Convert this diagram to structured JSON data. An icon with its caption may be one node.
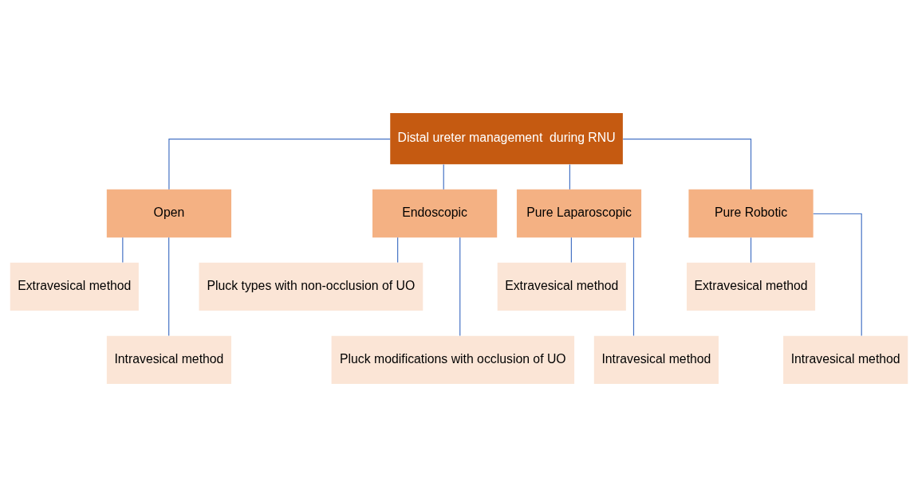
{
  "diagram": {
    "nodes": [
      {
        "text": [
          "Distal ureter management  during RNU"
        ]
      },
      {
        "text": [
          "Open"
        ]
      },
      {
        "text": [
          "Endoscopic"
        ]
      },
      {
        "text": [
          "Pure Laparoscopic"
        ]
      },
      {
        "text": [
          "Pure Robotic"
        ]
      },
      {
        "text": [
          "Extravesical method"
        ]
      },
      {
        "text": [
          "Pluck types with non-occlusion of UO"
        ]
      },
      {
        "text": [
          "Extravesical method"
        ]
      },
      {
        "text": [
          "Extravesical method"
        ]
      },
      {
        "text": [
          "Intravesical method"
        ]
      },
      {
        "text": [
          "Pluck modifications with occlusion of UO"
        ]
      },
      {
        "text": [
          "Intravesical method"
        ]
      },
      {
        "text": [
          "Intravesical method"
        ]
      }
    ],
    "edges": [
      {
        "from": 0,
        "to": 1,
        "arrow": "none"
      },
      {
        "from": 0,
        "to": 2,
        "arrow": "none"
      },
      {
        "from": 0,
        "to": 3,
        "arrow": "none"
      },
      {
        "from": 0,
        "to": 4,
        "arrow": "none"
      },
      {
        "from": 1,
        "to": 5,
        "arrow": "none"
      },
      {
        "from": 1,
        "to": 9,
        "arrow": "none"
      },
      {
        "from": 2,
        "to": 6,
        "arrow": "none"
      },
      {
        "from": 2,
        "to": 10,
        "arrow": "none"
      },
      {
        "from": 3,
        "to": 7,
        "arrow": "none"
      },
      {
        "from": 3,
        "to": 11,
        "arrow": "none"
      },
      {
        "from": 4,
        "to": 8,
        "arrow": "none"
      },
      {
        "from": 4,
        "to": 12,
        "arrow": "none"
      }
    ]
  }
}
